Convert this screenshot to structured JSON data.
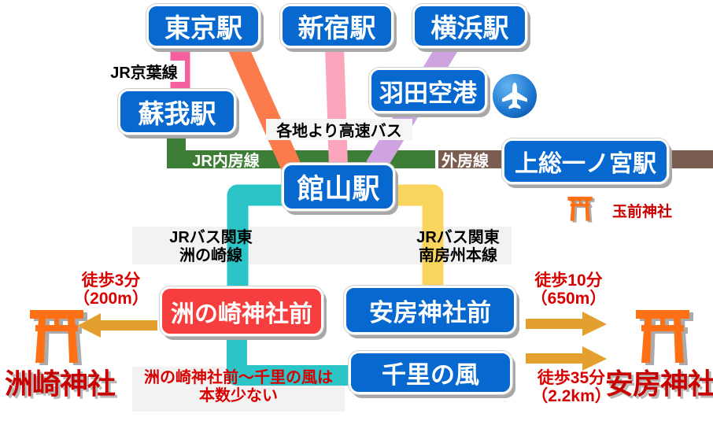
{
  "stations": {
    "tokyo": "東京駅",
    "shinjuku": "新宿駅",
    "yokohama": "横浜駅",
    "haneda": "羽田空港",
    "soga": "蘇我駅",
    "tateyama": "館山駅",
    "kazusa_ichinomiya": "上総一ノ宮駅"
  },
  "bus_stops": {
    "sunosaki_mae": "洲の崎神社前",
    "awa_mae": "安房神社前",
    "senri_no_kaze": "千里の風"
  },
  "lines": {
    "keiyo": "JR京葉線",
    "uchibo": "JR内房線",
    "sotobo": "外房線",
    "highway_bus": "各地より高速バス",
    "bus_sunosaki_line1": "JRバス関東",
    "bus_sunosaki_line2": "洲の崎線",
    "bus_nanboshu_line1": "JRバス関東",
    "bus_nanboshu_line2": "南房州本線"
  },
  "shrines": {
    "sunosaki": "洲崎神社",
    "awa": "安房神社",
    "tamasaki": "玉前神社"
  },
  "walks": {
    "sunosaki_time": "徒歩3分",
    "sunosaki_dist": "（200m）",
    "awa_from_awamae_time": "徒歩10分",
    "awa_from_awamae_dist": "（650m）",
    "awa_from_senri_time": "徒歩35分",
    "awa_from_senri_dist": "（2.2km）"
  },
  "note": {
    "line1": "洲の崎神社前～千里の風は",
    "line2": "本数少ない"
  },
  "colors": {
    "station_box_blue": "#0768D0",
    "highlight_box_red": "#F73E3E",
    "keiyo_pink": "#F6609F",
    "highway_bus_orange": "#FB7B4D",
    "highway_bus_pink": "#FBA6BC",
    "highway_bus_purple": "#CFA3DF",
    "uchibo_green": "#3E7D35",
    "sotobo_brown": "#7A5C50",
    "sunosaki_bus_cyan": "#2BC5C8",
    "nanboshu_bus_yellow": "#F9D55E",
    "walk_arrow_gold": "#E3A02F",
    "torii_orange": "#FF7014",
    "torii_shadow": "#ABABAB",
    "red_text": "#D80000",
    "label_band_gray": "#F2F2F2",
    "airport_circle_blue": "#1E78D2"
  }
}
